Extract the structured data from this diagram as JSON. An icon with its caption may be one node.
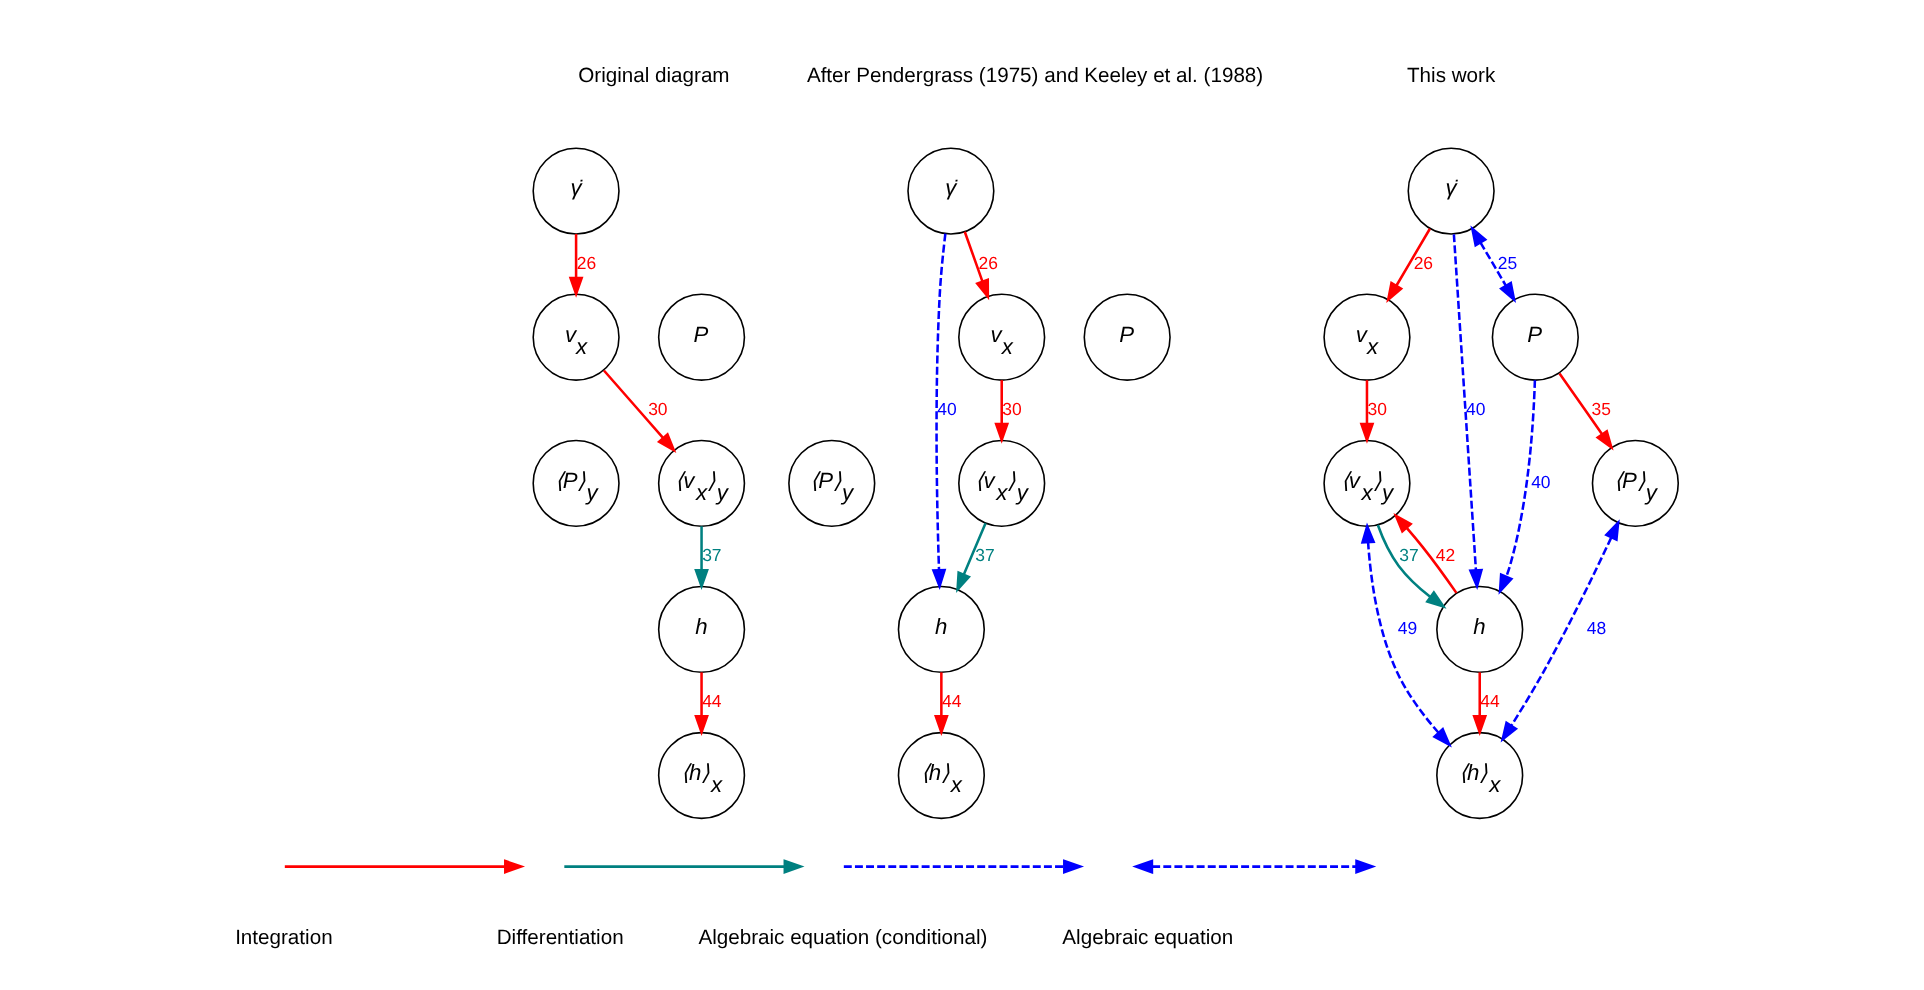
{
  "diagram": {
    "nodes": [
      {
        "text": [
          "γ̇"
        ]
      },
      {
        "text": [
          "P"
        ]
      },
      {
        "text": [
          "v$_{x}$"
        ]
      },
      {
        "text": [
          "h"
        ]
      },
      {
        "text": [
          "⟨P⟩$_{y}$"
        ]
      },
      {
        "text": [
          "⟨v$_{x}$⟩$_{y}$"
        ]
      },
      {
        "text": [
          "⟨h⟩$_{x}$"
        ]
      },
      {
        "text": [
          "γ̇"
        ]
      },
      {
        "text": [
          "P"
        ]
      },
      {
        "text": [
          "v$_{x}$"
        ]
      },
      {
        "text": [
          "h"
        ]
      },
      {
        "text": [
          "⟨P⟩$_{y}$"
        ]
      },
      {
        "text": [
          "⟨v$_{x}$⟩$_{y}$"
        ]
      },
      {
        "text": [
          "⟨h⟩$_{x}$"
        ]
      },
      {
        "text": [
          "γ̇"
        ]
      },
      {
        "text": [
          "P"
        ]
      },
      {
        "text": [
          "v$_{x}$"
        ]
      },
      {
        "text": [
          "h"
        ]
      },
      {
        "text": [
          "⟨P⟩$_{y}$"
        ]
      },
      {
        "text": [
          "⟨v$_{x}$⟩$_{y}$"
        ]
      },
      {
        "text": [
          "⟨h⟩$_{x}$"
        ]
      }
    ],
    "edges": [
      {
        "from": 0,
        "to": 2,
        "arrow": "to",
        "label": "26"
      },
      {
        "from": 2,
        "to": 5,
        "arrow": "to",
        "label": "30"
      },
      {
        "from": 5,
        "to": 3,
        "arrow": "to",
        "label": "37",
        "color": "#008080"
      },
      {
        "from": 3,
        "to": 6,
        "arrow": "to",
        "label": "44"
      },
      {
        "from": 7,
        "to": 9,
        "arrow": "to",
        "label": "26"
      },
      {
        "from": 7,
        "to": 10,
        "arrow": "to",
        "label": "40",
        "style": "dashed",
        "color": "#0000ff"
      },
      {
        "from": 9,
        "to": 12,
        "arrow": "to",
        "label": "30"
      },
      {
        "from": 12,
        "to": 10,
        "arrow": "to",
        "label": "37",
        "color": "#008080"
      },
      {
        "from": 10,
        "to": 13,
        "arrow": "to",
        "label": "44"
      },
      {
        "from": 14,
        "to": 15,
        "arrow": "both",
        "label": "25",
        "style": "dashed",
        "color": "#0000ff"
      },
      {
        "from": 14,
        "to": 16,
        "arrow": "to",
        "label": "26"
      },
      {
        "from": 14,
        "to": 17,
        "arrow": "to",
        "label": "40",
        "style": "dashed",
        "color": "#0000ff"
      },
      {
        "from": 15,
        "to": 17,
        "arrow": "to",
        "label": "40",
        "style": "dashed",
        "color": "#0000ff"
      },
      {
        "from": 15,
        "to": 18,
        "arrow": "to",
        "label": "35"
      },
      {
        "from": 16,
        "to": 19,
        "arrow": "to",
        "label": "30"
      },
      {
        "from": 19,
        "to": 17,
        "arrow": "to",
        "label": "37",
        "color": "#008080"
      },
      {
        "from": 17,
        "to": 19,
        "arrow": "to",
        "label": "42"
      },
      {
        "from": 17,
        "to": 20,
        "arrow": "to",
        "label": "44"
      },
      {
        "from": 18,
        "to": 20,
        "arrow": "both",
        "label": "48",
        "style": "dashed",
        "color": "#0000ff"
      },
      {
        "from": 20,
        "to": 19,
        "arrow": "both",
        "label": "49",
        "style": "dashed",
        "color": "#0000ff"
      }
    ],
    "labels": [
      "Original diagram",
      "After Pendergrass (1975) and Keeley et al. (1988)",
      "This work"
    ],
    "legend": [
      {
        "text": "Integration"
      },
      {
        "text": "Differentiation"
      },
      {
        "text": "Algebraic equation (conditional)"
      },
      {
        "text": "Algebraic equation"
      }
    ]
  }
}
